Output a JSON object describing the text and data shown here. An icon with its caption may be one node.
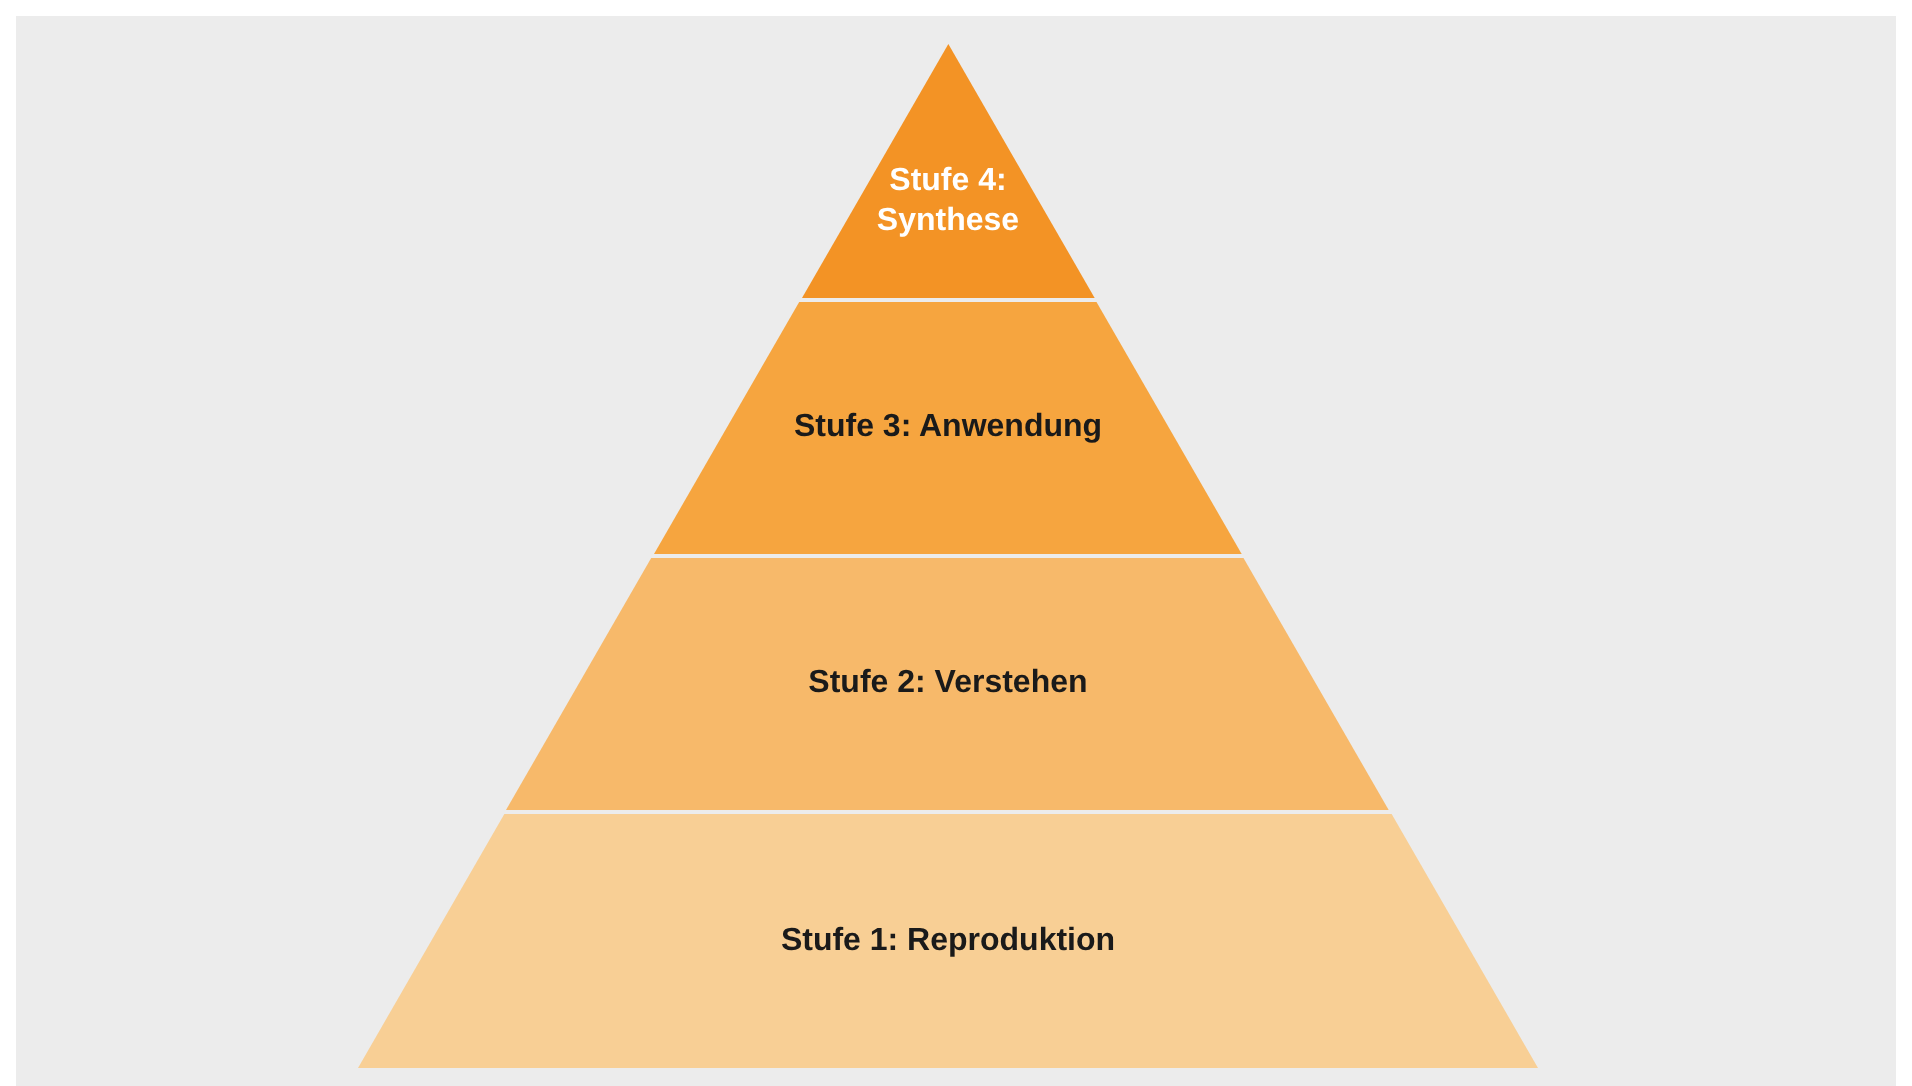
{
  "diagram": {
    "nodes": [
      {
        "text": [
          "Stufe 4: Synthese"
        ]
      },
      {
        "text": [
          "Stufe 3: Anwendung"
        ]
      },
      {
        "text": [
          "Stufe 2: Verstehen"
        ]
      },
      {
        "text": [
          "Stufe 1: Reproduktion"
        ]
      }
    ]
  }
}
